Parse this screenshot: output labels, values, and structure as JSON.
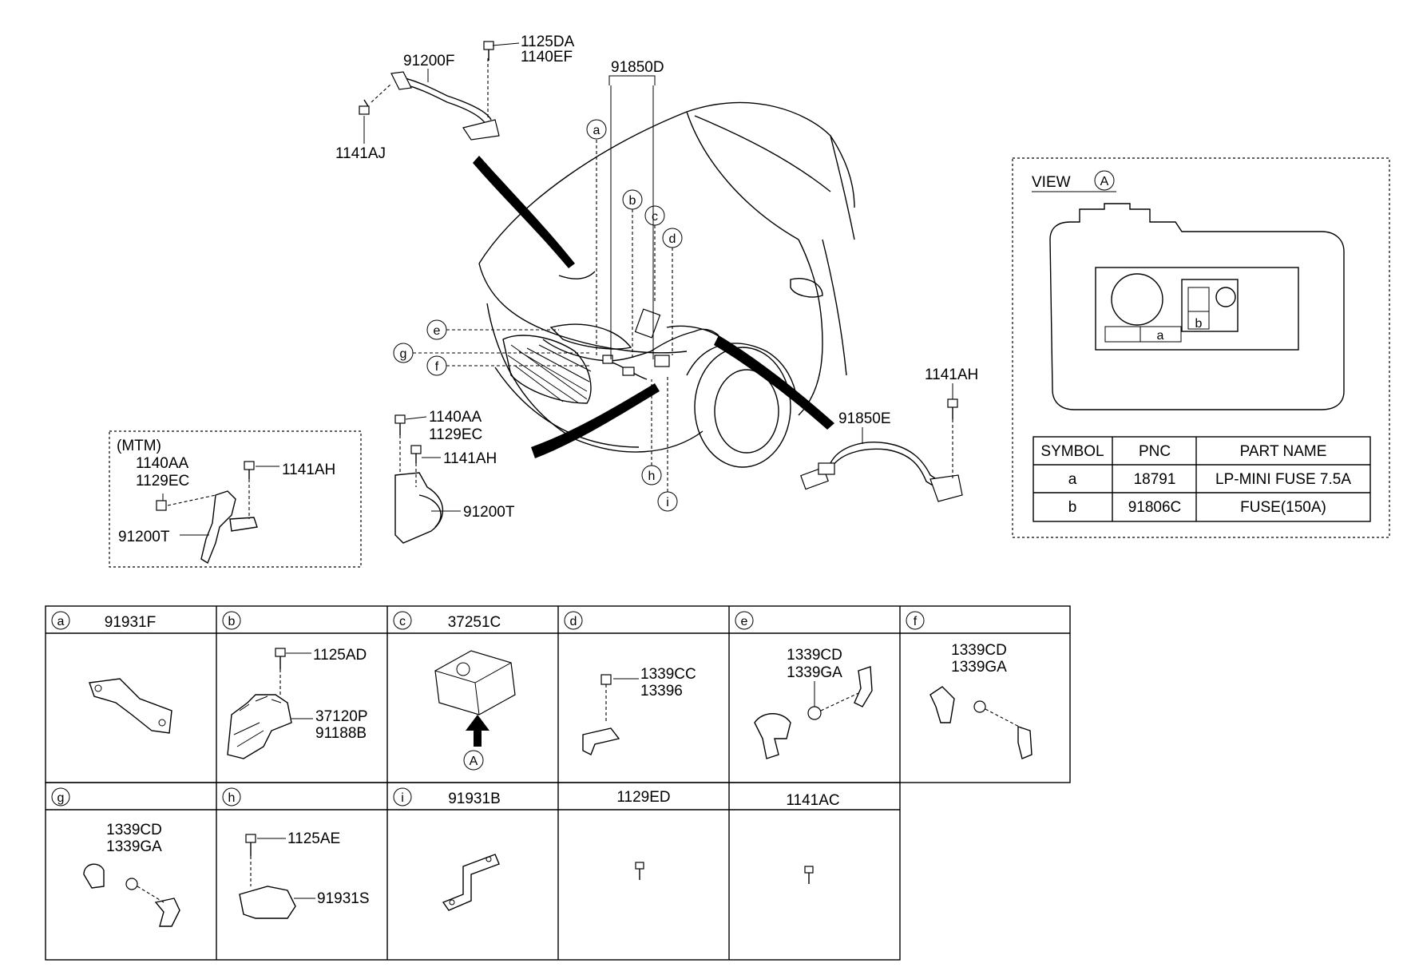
{
  "main": {
    "part_labels": {
      "p91200F": "91200F",
      "p1125DA": "1125DA",
      "p1140EF": "1140EF",
      "p1141AJ": "1141AJ",
      "p91850D": "91850D",
      "p1141AH_right": "1141AH",
      "p91850E": "91850E",
      "p1140AA_mid": "1140AA",
      "p1129EC_mid": "1129EC",
      "p1141AH_mid": "1141AH",
      "p91200T_mid": "91200T"
    },
    "callouts": [
      "a",
      "b",
      "c",
      "d",
      "e",
      "f",
      "g",
      "h",
      "i"
    ]
  },
  "mtm": {
    "title": "(MTM)",
    "p1140AA": "1140AA",
    "p1129EC": "1129EC",
    "p1141AH": "1141AH",
    "p91200T": "91200T"
  },
  "view": {
    "title": "VIEW",
    "marker": "A",
    "slot_a": "a",
    "slot_b": "b",
    "table": {
      "headers": [
        "SYMBOL",
        "PNC",
        "PART NAME"
      ],
      "rows": [
        [
          "a",
          "18791",
          "LP-MINI FUSE 7.5A"
        ],
        [
          "b",
          "91806C",
          "FUSE(150A)"
        ]
      ]
    }
  },
  "detail_grid": {
    "cells": [
      {
        "key": "a",
        "part": "91931F",
        "labels": []
      },
      {
        "key": "b",
        "part": "",
        "labels": [
          "1125AD",
          "37120P",
          "91188B"
        ]
      },
      {
        "key": "c",
        "part": "37251C",
        "labels": [
          "A"
        ]
      },
      {
        "key": "d",
        "part": "",
        "labels": [
          "1339CC",
          "13396"
        ]
      },
      {
        "key": "e",
        "part": "",
        "labels": [
          "1339CD",
          "1339GA"
        ]
      },
      {
        "key": "f",
        "part": "",
        "labels": [
          "1339CD",
          "1339GA"
        ]
      },
      {
        "key": "g",
        "part": "",
        "labels": [
          "1339CD",
          "1339GA"
        ]
      },
      {
        "key": "h",
        "part": "",
        "labels": [
          "1125AE",
          "91931S"
        ]
      },
      {
        "key": "i",
        "part": "91931B",
        "labels": []
      },
      {
        "key": "",
        "part": "1129ED",
        "labels": []
      },
      {
        "key": "",
        "part": "1141AC",
        "labels": []
      }
    ]
  }
}
